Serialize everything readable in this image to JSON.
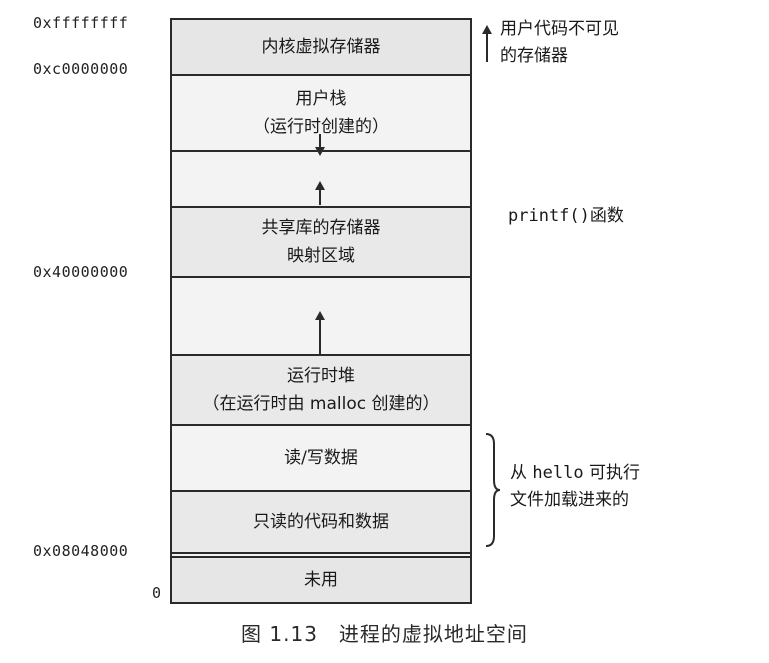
{
  "figure": {
    "caption": "图 1.13　进程的虚拟地址空间"
  },
  "addresses": {
    "top": "0xffffffff",
    "kernel_start": "0xc0000000",
    "shared_libs": "0x40000000",
    "program_start": "0x08048000",
    "zero": "0"
  },
  "segments": {
    "kernel": "内核虚拟存储器",
    "user_stack_line1": "用户栈",
    "user_stack_line2": "（运行时创建的）",
    "shared_line1": "共享库的存储器",
    "shared_line2": "映射区域",
    "heap_line1": "运行时堆",
    "heap_line2": "（在运行时由 malloc 创建的）",
    "rw_data": "读/写数据",
    "ro_code_data": "只读的代码和数据",
    "unused": "未用"
  },
  "annotations": {
    "invisible_line1": "用户代码不可见",
    "invisible_line2": "的存储器",
    "printf": "printf()函数",
    "loaded_prefix": "从",
    "loaded_program": "hello",
    "loaded_suffix": "可执行",
    "loaded_line2": "文件加载进来的"
  }
}
